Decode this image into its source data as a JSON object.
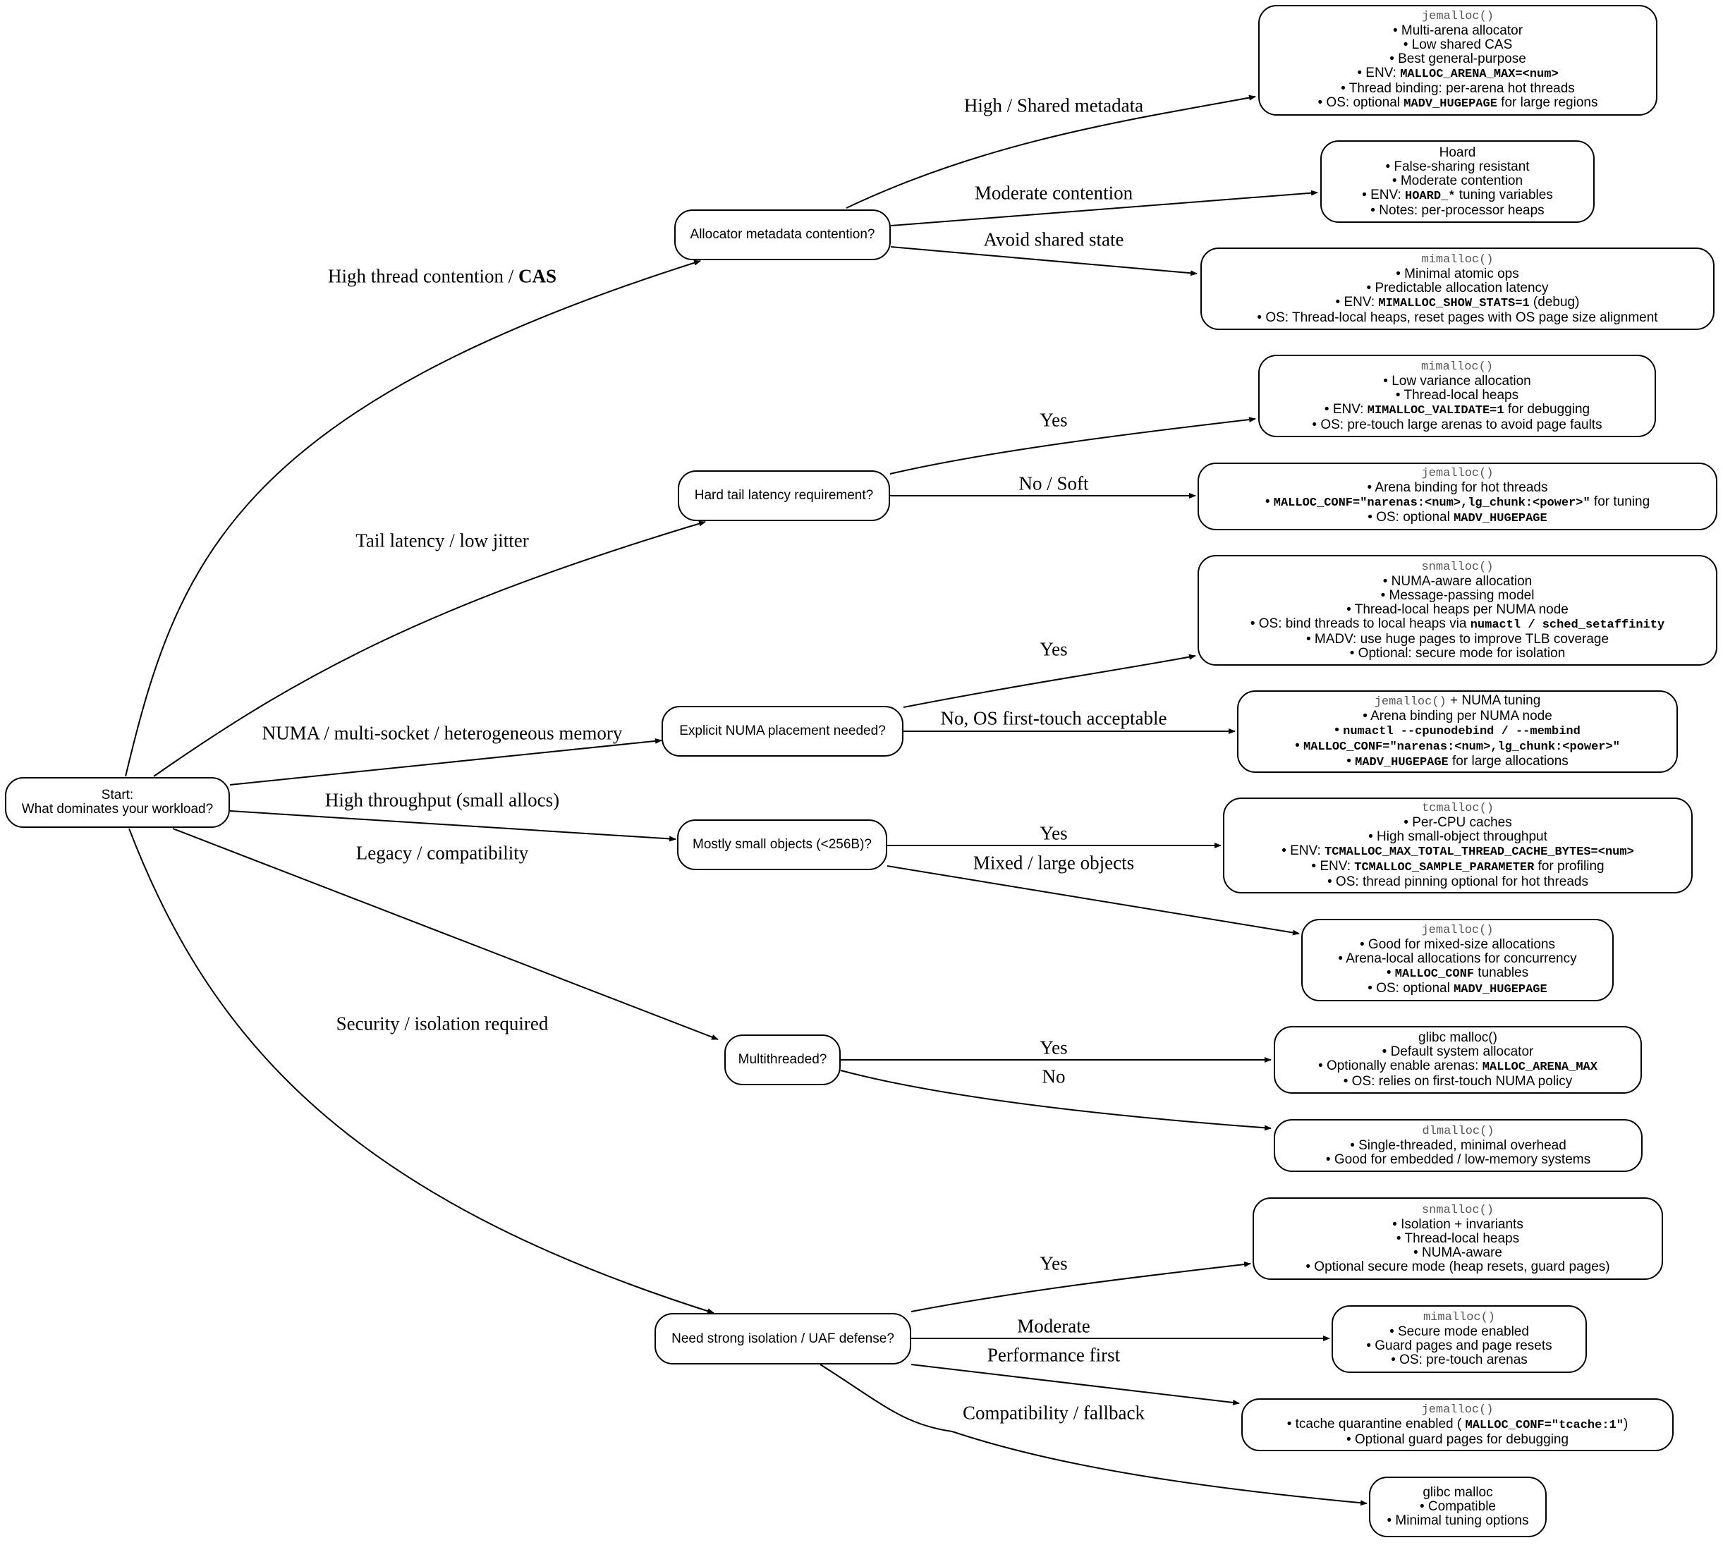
{
  "start": {
    "line1": "Start:",
    "line2": "What dominates your workload?"
  },
  "questions": {
    "metadata": "Allocator metadata contention?",
    "tail": "Hard tail latency requirement?",
    "numa": "Explicit NUMA placement needed?",
    "small": "Mostly small objects (<256B)?",
    "multi": "Multithreaded?",
    "isolation": "Need strong isolation / UAF defense?"
  },
  "branch_labels": {
    "cas_prefix": "High thread contention / ",
    "cas_bold": "CAS",
    "tail": "Tail latency / low jitter",
    "numa": "NUMA / multi-socket / heterogeneous memory",
    "throughput": "High throughput (small allocs)",
    "legacy": "Legacy / compatibility",
    "security": "Security / isolation required"
  },
  "answer_labels": {
    "high_shared": "High / Shared metadata",
    "moderate_contention": "Moderate contention",
    "avoid_shared": "Avoid shared state",
    "tail_yes": "Yes",
    "tail_no": "No / Soft",
    "numa_yes": "Yes",
    "numa_no": "No, OS first-touch acceptable",
    "small_yes": "Yes",
    "small_mixed": "Mixed / large objects",
    "multi_yes": "Yes",
    "multi_no": "No",
    "iso_yes": "Yes",
    "iso_moderate": "Moderate",
    "iso_perf": "Performance first",
    "iso_compat": "Compatibility / fallback"
  },
  "results": {
    "r1": {
      "title": "jemalloc()",
      "l1": "• Multi-arena allocator",
      "l2": "• Low shared CAS",
      "l3": "• Best general-purpose",
      "l4a": "• ENV: ",
      "l4b": "MALLOC_ARENA_MAX=<num>",
      "l5": "• Thread binding: per-arena hot threads",
      "l6a": "• OS: optional ",
      "l6b": "MADV_HUGEPAGE",
      "l6c": " for large regions"
    },
    "r2": {
      "title": "Hoard",
      "l1": "• False-sharing resistant",
      "l2": "• Moderate contention",
      "l3a": "• ENV: ",
      "l3b": "HOARD_*",
      "l3c": " tuning variables",
      "l4": "• Notes: per-processor heaps"
    },
    "r3": {
      "title": "mimalloc()",
      "l1": "• Minimal atomic ops",
      "l2": "• Predictable allocation latency",
      "l3a": "• ENV: ",
      "l3b": "MIMALLOC_SHOW_STATS=1",
      "l3c": " (debug)",
      "l4": "• OS: Thread-local heaps, reset pages with OS page size alignment"
    },
    "r4": {
      "title": "mimalloc()",
      "l1": "• Low variance allocation",
      "l2": "• Thread-local heaps",
      "l3a": "• ENV: ",
      "l3b": "MIMALLOC_VALIDATE=1",
      "l3c": " for debugging",
      "l4": "• OS: pre-touch large arenas to avoid page faults"
    },
    "r5": {
      "title": "jemalloc()",
      "l1": "• Arena binding for hot threads",
      "l2a": "• ",
      "l2b": "MALLOC_CONF=\"narenas:<num>,lg_chunk:<power>\"",
      "l2c": " for tuning",
      "l3a": "• OS: optional ",
      "l3b": "MADV_HUGEPAGE"
    },
    "r6": {
      "title": "snmalloc()",
      "l1": "• NUMA-aware allocation",
      "l2": "• Message-passing model",
      "l3": "• Thread-local heaps per NUMA node",
      "l4a": "• OS: bind threads to local heaps via ",
      "l4b": "numactl / sched_setaffinity",
      "l5": "• MADV: use huge pages to improve TLB coverage",
      "l6": "• Optional: secure mode for isolation"
    },
    "r7": {
      "title": "jemalloc()",
      "title_suffix": " + NUMA tuning",
      "l1": "• Arena binding per NUMA node",
      "l2a": "• ",
      "l2b": "numactl --cpunodebind / --membind",
      "l3a": "• ",
      "l3b": "MALLOC_CONF=\"narenas:<num>,lg_chunk:<power>\"",
      "l4a": "• ",
      "l4b": "MADV_HUGEPAGE",
      "l4c": " for large allocations"
    },
    "r8": {
      "title": "tcmalloc()",
      "l1": "• Per-CPU caches",
      "l2": "• High small-object throughput",
      "l3a": "• ENV: ",
      "l3b": "TCMALLOC_MAX_TOTAL_THREAD_CACHE_BYTES=<num>",
      "l4a": "• ENV: ",
      "l4b": "TCMALLOC_SAMPLE_PARAMETER",
      "l4c": " for profiling",
      "l5": "• OS: thread pinning optional for hot threads"
    },
    "r9": {
      "title": "jemalloc()",
      "l1": "• Good for mixed-size allocations",
      "l2": "• Arena-local allocations for concurrency",
      "l3a": "• ",
      "l3b": "MALLOC_CONF",
      "l3c": " tunables",
      "l4a": "• OS: optional ",
      "l4b": "MADV_HUGEPAGE"
    },
    "r10": {
      "title": "glibc malloc()",
      "l1": "• Default system allocator",
      "l2a": "• Optionally enable arenas: ",
      "l2b": "MALLOC_ARENA_MAX",
      "l3": "• OS: relies on first-touch NUMA policy"
    },
    "r11": {
      "title": "dlmalloc()",
      "l1": "• Single-threaded, minimal overhead",
      "l2": "• Good for embedded / low-memory systems"
    },
    "r12": {
      "title": "snmalloc()",
      "l1": "• Isolation + invariants",
      "l2": "• Thread-local heaps",
      "l3": "• NUMA-aware",
      "l4": "• Optional secure mode (heap resets, guard pages)"
    },
    "r13": {
      "title": "mimalloc()",
      "l1": "• Secure mode enabled",
      "l2": "• Guard pages and page resets",
      "l3": "• OS: pre-touch arenas"
    },
    "r14": {
      "title": "jemalloc()",
      "l1a": "• tcache quarantine enabled ( ",
      "l1b": "MALLOC_CONF=\"tcache:1\"",
      "l1c": ")",
      "l2": "• Optional guard pages for debugging"
    },
    "r15": {
      "title": "glibc malloc",
      "l1": "• Compatible",
      "l2": "• Minimal tuning options"
    }
  }
}
